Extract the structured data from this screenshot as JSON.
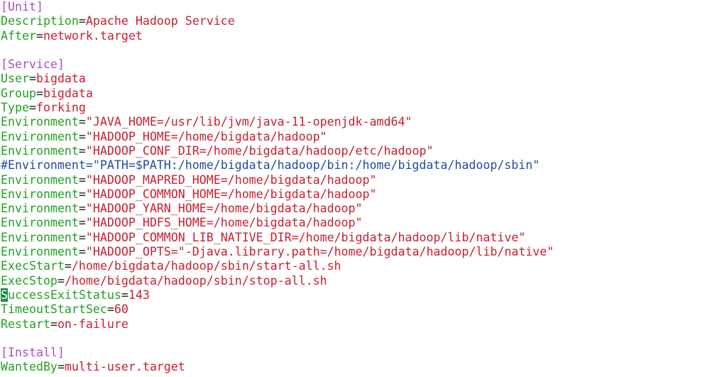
{
  "colors": {
    "section": "#b04cc4",
    "key": "#21a121",
    "eq": "#1e1e1e",
    "value": "#c8202f",
    "comment": "#1f4c9e",
    "cursor_bg": "#1f8a4a",
    "cursor_fg": "#ffffff"
  },
  "file": {
    "lines": [
      {
        "type": "section",
        "text": "[Unit]"
      },
      {
        "type": "kv",
        "key": "Description",
        "value": "Apache Hadoop Service"
      },
      {
        "type": "kv",
        "key": "After",
        "value": "network.target"
      },
      {
        "type": "blank"
      },
      {
        "type": "section",
        "text": "[Service]"
      },
      {
        "type": "kv",
        "key": "User",
        "value": "bigdata"
      },
      {
        "type": "kv",
        "key": "Group",
        "value": "bigdata"
      },
      {
        "type": "kv",
        "key": "Type",
        "value": "forking"
      },
      {
        "type": "kv",
        "key": "Environment",
        "value": "\"JAVA_HOME=/usr/lib/jvm/java-11-openjdk-amd64\""
      },
      {
        "type": "kv",
        "key": "Environment",
        "value": "\"HADOOP_HOME=/home/bigdata/hadoop\""
      },
      {
        "type": "kv",
        "key": "Environment",
        "value": "\"HADOOP_CONF_DIR=/home/bigdata/hadoop/etc/hadoop\""
      },
      {
        "type": "comment",
        "text": "#Environment=\"PATH=$PATH:/home/bigdata/hadoop/bin:/home/bigdata/hadoop/sbin\""
      },
      {
        "type": "kv",
        "key": "Environment",
        "value": "\"HADOOP_MAPRED_HOME=/home/bigdata/hadoop\""
      },
      {
        "type": "kv",
        "key": "Environment",
        "value": "\"HADOOP_COMMON_HOME=/home/bigdata/hadoop\""
      },
      {
        "type": "kv",
        "key": "Environment",
        "value": "\"HADOOP_YARN_HOME=/home/bigdata/hadoop\""
      },
      {
        "type": "kv",
        "key": "Environment",
        "value": "\"HADOOP_HDFS_HOME=/home/bigdata/hadoop\""
      },
      {
        "type": "kv",
        "key": "Environment",
        "value": "\"HADOOP_COMMON_LIB_NATIVE_DIR=/home/bigdata/hadoop/lib/native\""
      },
      {
        "type": "kv",
        "key": "Environment",
        "value": "\"HADOOP_OPTS=\"-Djava.library.path=/home/bigdata/hadoop/lib/native\""
      },
      {
        "type": "kv",
        "key": "ExecStart",
        "value": "/home/bigdata/hadoop/sbin/start-all.sh"
      },
      {
        "type": "kv",
        "key": "ExecStop",
        "value": "/home/bigdata/hadoop/sbin/stop-all.sh"
      },
      {
        "type": "kv",
        "key": "SuccessExitStatus",
        "value": "143",
        "cursor": true
      },
      {
        "type": "kv",
        "key": "TimeoutStartSec",
        "value": "60"
      },
      {
        "type": "kv",
        "key": "Restart",
        "value": "on-failure"
      },
      {
        "type": "blank"
      },
      {
        "type": "section",
        "text": "[Install]"
      },
      {
        "type": "kv",
        "key": "WantedBy",
        "value": "multi-user.target"
      }
    ]
  }
}
